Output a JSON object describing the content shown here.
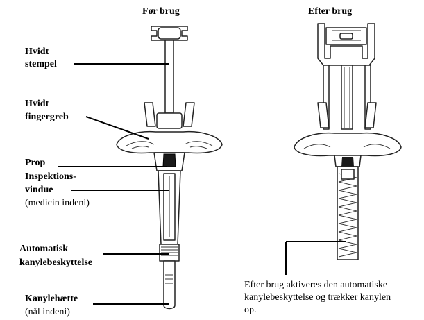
{
  "titles": {
    "before": "Før brug",
    "after": "Efter brug"
  },
  "labels": {
    "plunger": [
      "Hvidt",
      "stempel"
    ],
    "finger_grip": [
      "Hvidt",
      "fingergreb"
    ],
    "stopper": "Prop",
    "window": [
      "Inspektions-",
      "vindue",
      "(medicin indeni)"
    ],
    "guard": [
      "Automatisk",
      "kanylebeskyttelse"
    ],
    "cap": [
      "Kanylehætte",
      "(nål indeni)"
    ]
  },
  "caption": [
    "Efter brug aktiveres den automatiske",
    "kanylebeskyttelse og trækker kanylen",
    "op."
  ]
}
